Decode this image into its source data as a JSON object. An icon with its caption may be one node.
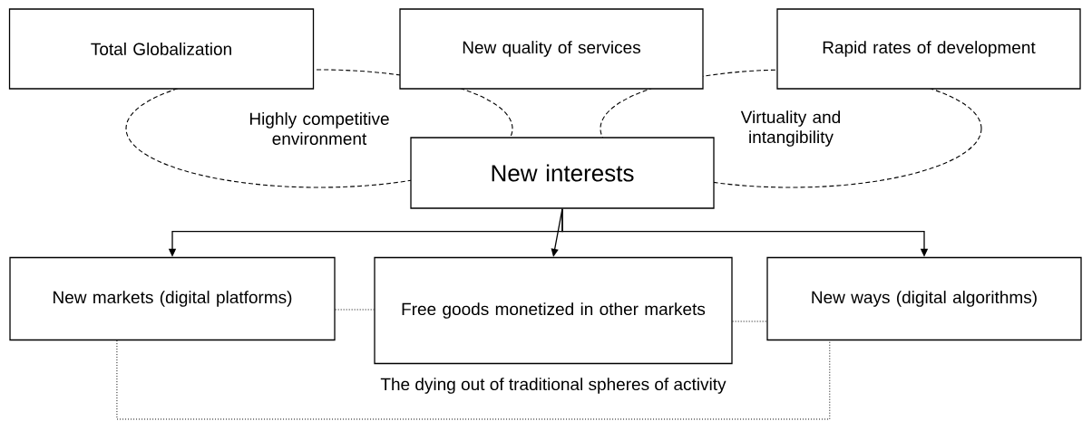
{
  "diagram": {
    "nodes": [
      {
        "text": [
          "Total Globalization"
        ]
      },
      {
        "text": [
          "New quality of services"
        ]
      },
      {
        "text": [
          "Rapid rates of development"
        ]
      },
      {
        "text": [
          "Highly competitive environment"
        ]
      },
      {
        "text": [
          "Virtuality and intangibility"
        ]
      },
      {
        "text": [
          "New interests"
        ]
      },
      {
        "text": [
          "New markets (digital platforms)"
        ]
      },
      {
        "text": [
          "Free goods monetized in other markets"
        ]
      },
      {
        "text": [
          "New ways (digital algorithms)"
        ]
      }
    ],
    "edges": [
      {
        "from": 5,
        "to": 6,
        "arrow": "to"
      },
      {
        "from": 5,
        "to": 7,
        "arrow": "to"
      },
      {
        "from": 5,
        "to": 8,
        "arrow": "to"
      },
      {
        "from": 6,
        "to": 7,
        "arrow": "none",
        "style": "dashed"
      },
      {
        "from": 7,
        "to": 8,
        "arrow": "none",
        "style": "dashed"
      },
      {
        "from": 6,
        "to": 8,
        "arrow": "none",
        "style": "dashed",
        "label": "The dying out of traditional spheres of activity"
      }
    ]
  }
}
